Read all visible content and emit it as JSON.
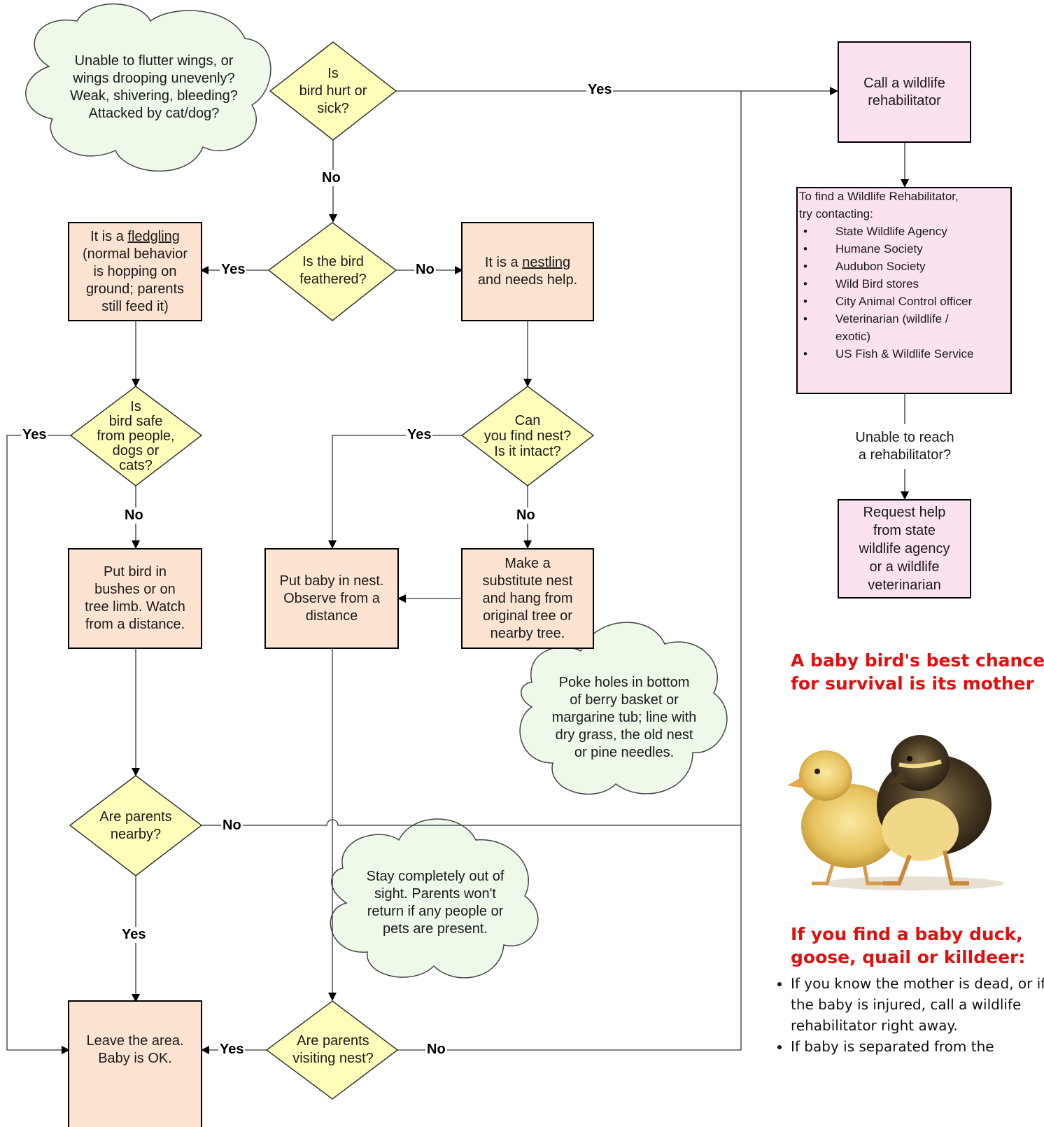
{
  "nodes": {
    "hurt": "Is\nbird hurt or\nsick?",
    "feathered": "Is the bird\nfeathered?",
    "fledgling_pre": "It is a ",
    "fledgling_word": "fledgling",
    "fledgling_post": "(normal behavior\nis hopping on\nground; parents\nstill feed it)",
    "nestling_pre": "It is a ",
    "nestling_word": "nestling",
    "nestling_post": "and needs help.",
    "safe": "Is\nbird safe\nfrom people,\ndogs or\ncats?",
    "find_nest": "Can\nyou find nest?\nIs it intact?",
    "put_bushes": "Put bird in\nbushes or on\ntree limb. Watch\nfrom a distance.",
    "put_nest": "Put baby in nest.\nObserve from a\ndistance",
    "substitute": "Make a\nsubstitute nest\nand hang from\noriginal tree or\nnearby tree.",
    "parents_nearby": "Are parents\nnearby?",
    "parents_visiting": "Are parents\nvisiting nest?",
    "leave": "Leave the area.\nBaby is OK.",
    "call_rehab": "Call a wildlife\nrehabilitator",
    "request_help": "Request help\nfrom state\nwildlife agency\nor a wildlife\nveterinarian",
    "unable_reach": "Unable to reach\na rehabilitator?"
  },
  "rehab_list": {
    "intro": "To find a Wildlife Rehabilitator,\ntry contacting:",
    "items": [
      "State Wildlife Agency",
      "Humane Society",
      "Audubon Society",
      "Wild Bird stores",
      "City Animal Control officer",
      "Veterinarian (wildlife /\nexotic)",
      "US Fish & Wildlife Service"
    ]
  },
  "clouds": {
    "injury": "Unable to flutter wings, or\nwings drooping unevenly?\nWeak, shivering, bleeding?\nAttacked by cat/dog?",
    "basket": "Poke holes in bottom\nof berry basket or\nmargarine tub; line with\ndry grass, the old nest\nor pine needles.",
    "sight": "Stay completely out of\nsight. Parents won't\nreturn if any people or\npets are present."
  },
  "edge_labels": {
    "yes": "Yes",
    "no": "No"
  },
  "side_panel": {
    "heading1": "A baby bird's best chance\nfor survival is its mother",
    "heading2": "If you find a baby duck,\ngoose, quail or killdeer:",
    "bullets": [
      "If you know the mother is dead, or if the baby is injured, call a wildlife rehabilitator right away.",
      "If baby is separated from the"
    ]
  },
  "colors": {
    "diamond_fill": "#ffffbb",
    "box_fill": "#fde4d2",
    "rehab_fill": "#fce1f0",
    "cloud_fill": "#eef9ea",
    "label_text": "#6b1f0e",
    "heading_red": "#e01010"
  }
}
